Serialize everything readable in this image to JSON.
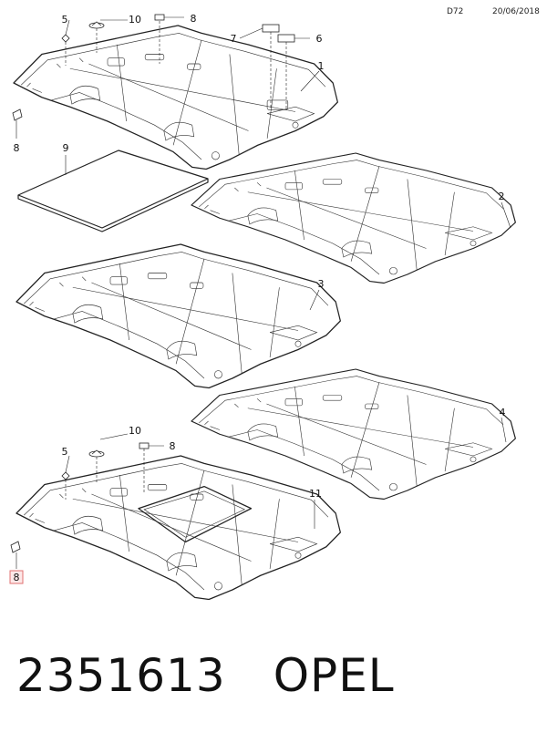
{
  "header": {
    "code": "D72",
    "date": "20/06/2018"
  },
  "callouts": {
    "c5a": "5",
    "c10a": "10",
    "c8a": "8",
    "c7": "7",
    "c6": "6",
    "c1": "1",
    "c8b": "8",
    "c9": "9",
    "c2": "2",
    "c3": "3",
    "c4": "4",
    "c10b": "10",
    "c8c": "8",
    "c5b": "5",
    "c11": "11",
    "c8d": "8"
  },
  "footer": {
    "part_number": "2351613",
    "brand": "OPEL"
  }
}
